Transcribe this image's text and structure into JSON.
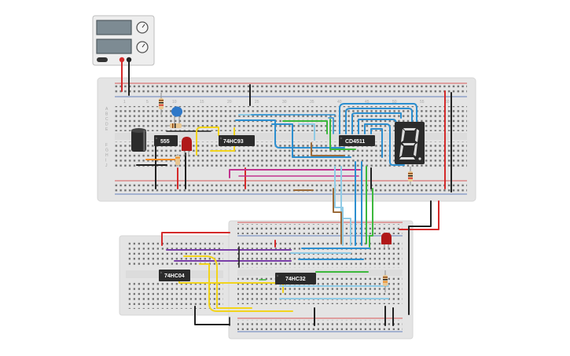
{
  "chips": {
    "timer": "555",
    "counter": "74HC93",
    "decoder": "CD4511",
    "inverter": "74HC04",
    "and_gate": "74HC32"
  },
  "display": {
    "digit": "8"
  },
  "main_board": {
    "column_numbers": [
      "1",
      "5",
      "10",
      "15",
      "20",
      "25",
      "30",
      "35",
      "40",
      "45",
      "50",
      "55",
      "60"
    ],
    "row_letters_top": [
      "A",
      "B",
      "C",
      "D",
      "E"
    ],
    "row_letters_bottom": [
      "F",
      "G",
      "H",
      "I",
      "J"
    ]
  },
  "colors": {
    "board": "#e4e4e4",
    "chip": "#2b2b2b",
    "wire_red": "#d42a2a",
    "wire_black": "#222222",
    "wire_yellow": "#f2d41c",
    "wire_blue": "#2c8fd0",
    "wire_lightblue": "#8fcbe6",
    "wire_green": "#3cb83c",
    "wire_brown": "#9b6b3a",
    "wire_orange": "#f08a22",
    "wire_purple": "#7a3fa8",
    "wire_magenta": "#c2338f",
    "led_red": "#b01818",
    "segment_on": "#dcdcdc"
  },
  "icons": {
    "power_supply": "bench-power-supply-icon",
    "capacitor": "electrolytic-capacitor-icon",
    "ceramic_cap": "ceramic-capacitor-icon",
    "led": "led-icon",
    "resistor": "resistor-icon",
    "seven_segment": "seven-segment-display-icon"
  }
}
